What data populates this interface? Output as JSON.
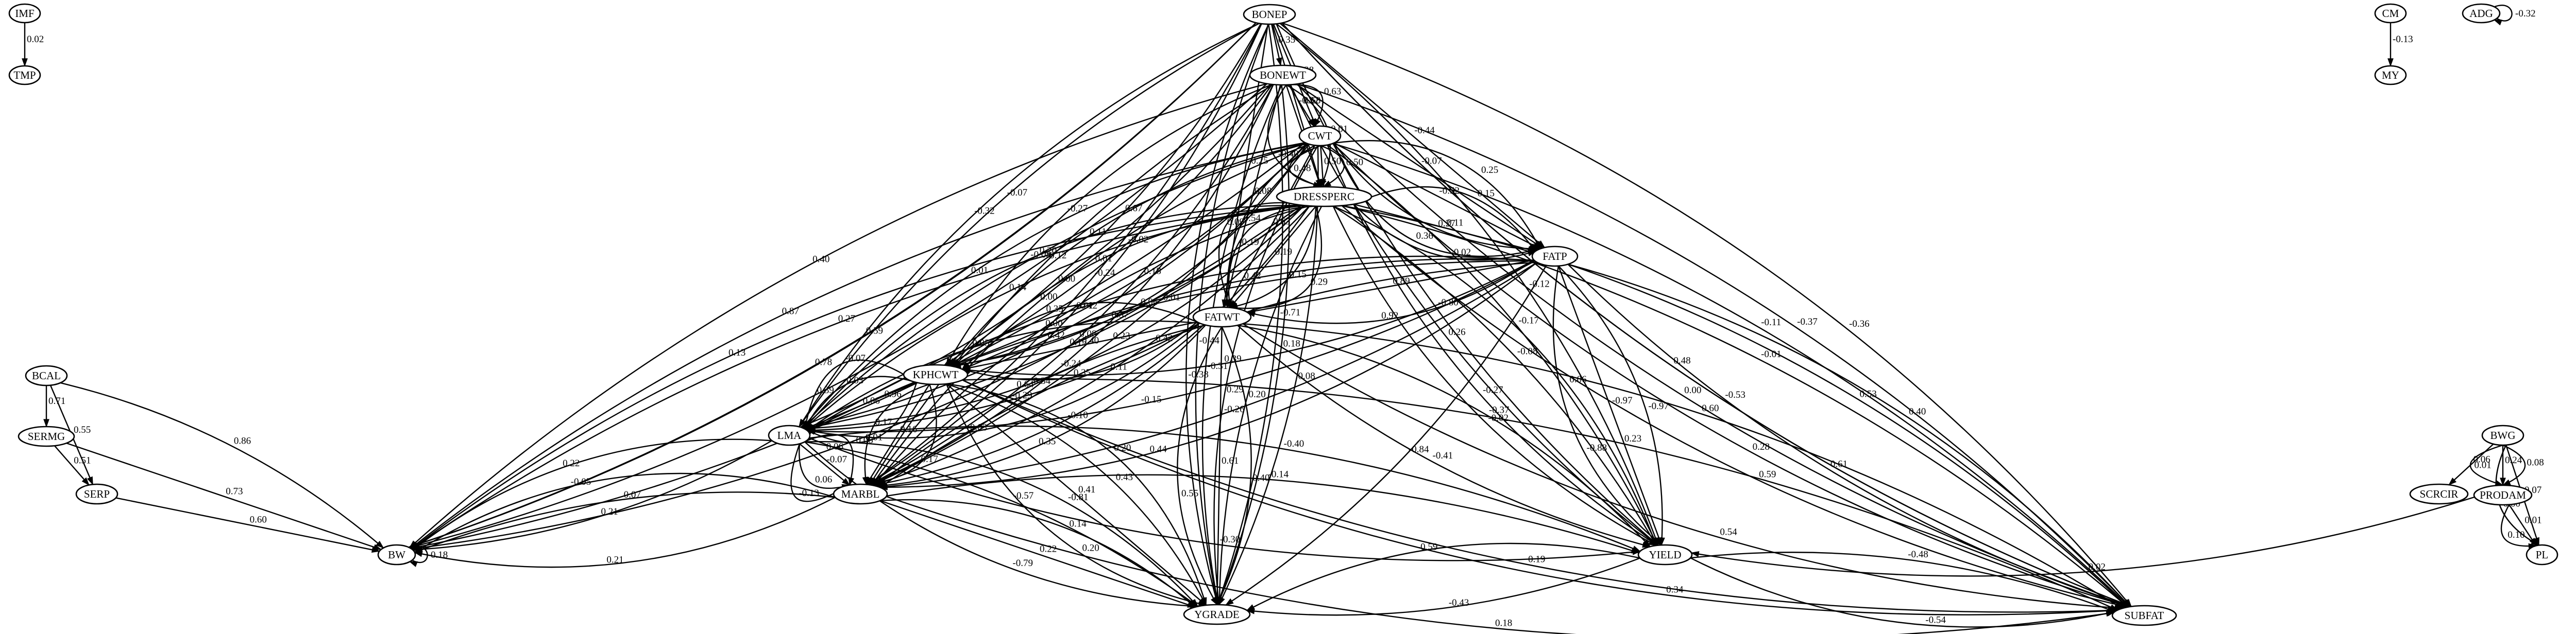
{
  "graph": {
    "nodes": [
      {
        "id": "IMF",
        "label": "IMF"
      },
      {
        "id": "TMP",
        "label": "TMP"
      },
      {
        "id": "BONEP",
        "label": "BONEP"
      },
      {
        "id": "BONEWT",
        "label": "BONEWT"
      },
      {
        "id": "CWT",
        "label": "CWT"
      },
      {
        "id": "DRESSPERC",
        "label": "DRESSPERC"
      },
      {
        "id": "FATP",
        "label": "FATP"
      },
      {
        "id": "FATWT",
        "label": "FATWT"
      },
      {
        "id": "KPHCWT",
        "label": "KPHCWT"
      },
      {
        "id": "LMA",
        "label": "LMA"
      },
      {
        "id": "MARBL",
        "label": "MARBL"
      },
      {
        "id": "YIELD",
        "label": "YIELD"
      },
      {
        "id": "YGRADE",
        "label": "YGRADE"
      },
      {
        "id": "SUBFAT",
        "label": "SUBFAT"
      },
      {
        "id": "BCAL",
        "label": "BCAL"
      },
      {
        "id": "SERMG",
        "label": "SERMG"
      },
      {
        "id": "SERP",
        "label": "SERP"
      },
      {
        "id": "BW",
        "label": "BW"
      },
      {
        "id": "CM",
        "label": "CM"
      },
      {
        "id": "MY",
        "label": "MY"
      },
      {
        "id": "ADG",
        "label": "ADG"
      },
      {
        "id": "BWG",
        "label": "BWG"
      },
      {
        "id": "SCRCIR",
        "label": "SCRCIR"
      },
      {
        "id": "PRODAM",
        "label": "PRODAM"
      },
      {
        "id": "PL",
        "label": "PL"
      }
    ],
    "edges": [
      {
        "from": "IMF",
        "to": "TMP",
        "label": "0.02"
      },
      {
        "from": "CM",
        "to": "MY",
        "label": "-0.13"
      },
      {
        "from": "ADG",
        "to": "ADG",
        "label": "-0.32"
      },
      {
        "from": "BW",
        "to": "BW",
        "label": "0.18"
      },
      {
        "from": "BONEP",
        "to": "BONEWT",
        "label": "0.35"
      },
      {
        "from": "BONEP",
        "to": "CWT",
        "label": "0.38"
      },
      {
        "from": "BONEP",
        "to": "DRESSPERC",
        "label": "-0.32"
      },
      {
        "from": "BONEP",
        "to": "FATP",
        "label": "-0.44"
      },
      {
        "from": "BONEP",
        "to": "FATWT",
        "label": "-0.25"
      },
      {
        "from": "BONEP",
        "to": "KPHCWT",
        "label": "0.67"
      },
      {
        "from": "BONEP",
        "to": "LMA",
        "label": "-0.07"
      },
      {
        "from": "BONEP",
        "to": "MARBL",
        "label": "-0.24"
      },
      {
        "from": "BONEP",
        "to": "YIELD",
        "label": "-0.80"
      },
      {
        "from": "BONEP",
        "to": "YGRADE",
        "label": "-0.71"
      },
      {
        "from": "BONEP",
        "to": "SUBFAT",
        "label": "0.48"
      },
      {
        "from": "BONEP",
        "to": "BW",
        "label": "0.59"
      },
      {
        "from": "BONEP",
        "to": "YGRADE",
        "label": "-0.44"
      },
      {
        "from": "BONEP",
        "to": "YIELD",
        "label": "-0.12"
      },
      {
        "from": "BONEP",
        "to": "SUBFAT",
        "label": "-0.53"
      },
      {
        "from": "BONEP",
        "to": "BW",
        "label": "0.78"
      },
      {
        "from": "BONEP",
        "to": "LMA",
        "label": "-0.32"
      },
      {
        "from": "BONEP",
        "to": "MARBL",
        "label": "-0.12"
      },
      {
        "from": "BONEP",
        "to": "YGRADE",
        "label": "-0.38"
      },
      {
        "from": "BONEP",
        "to": "SUBFAT",
        "label": "-0.36"
      },
      {
        "from": "BONEWT",
        "to": "CWT",
        "label": "0.68"
      },
      {
        "from": "BONEWT",
        "to": "CWT",
        "label": "0.63"
      },
      {
        "from": "BONEWT",
        "to": "DRESSPERC",
        "label": "0.03"
      },
      {
        "from": "BONEWT",
        "to": "DRESSPERC",
        "label": "0.01"
      },
      {
        "from": "BONEWT",
        "to": "DRESSPERC",
        "label": "-0.40"
      },
      {
        "from": "BONEWT",
        "to": "FATP",
        "label": "-0.07"
      },
      {
        "from": "BONEWT",
        "to": "FATWT",
        "label": "0.08"
      },
      {
        "from": "BONEWT",
        "to": "KPHCWT",
        "label": "-0.02"
      },
      {
        "from": "BONEWT",
        "to": "KPHCWT",
        "label": "-0.27"
      },
      {
        "from": "BONEWT",
        "to": "LMA",
        "label": "0.00"
      },
      {
        "from": "BONEWT",
        "to": "MARBL",
        "label": "0.12"
      },
      {
        "from": "BONEWT",
        "to": "MARBL",
        "label": "0.08"
      },
      {
        "from": "BONEWT",
        "to": "BW",
        "label": "0.40"
      },
      {
        "from": "BONEWT",
        "to": "BW",
        "label": "0.39"
      },
      {
        "from": "BONEWT",
        "to": "YIELD",
        "label": "0.26"
      },
      {
        "from": "BONEWT",
        "to": "YGRADE",
        "label": "0.18"
      },
      {
        "from": "BONEWT",
        "to": "SUBFAT",
        "label": "0.00"
      },
      {
        "from": "BONEWT",
        "to": "SUBFAT",
        "label": "-0.37"
      },
      {
        "from": "BONEWT",
        "to": "YGRADE",
        "label": "-0.31"
      },
      {
        "from": "BONEWT",
        "to": "MARBL",
        "label": "-0.24"
      },
      {
        "from": "CWT",
        "to": "DRESSPERC",
        "label": "0.50"
      },
      {
        "from": "CWT",
        "to": "DRESSPERC",
        "label": "0.50"
      },
      {
        "from": "CWT",
        "to": "DRESSPERC",
        "label": "0.48"
      },
      {
        "from": "CWT",
        "to": "FATP",
        "label": "-0.52"
      },
      {
        "from": "CWT",
        "to": "FATP",
        "label": "0.27"
      },
      {
        "from": "CWT",
        "to": "FATP",
        "label": "0.25"
      },
      {
        "from": "CWT",
        "to": "FATP",
        "label": "0.36"
      },
      {
        "from": "CWT",
        "to": "FATWT",
        "label": "0.63"
      },
      {
        "from": "CWT",
        "to": "FATWT",
        "label": "0.54"
      },
      {
        "from": "CWT",
        "to": "KPHCWT",
        "label": "0.18"
      },
      {
        "from": "CWT",
        "to": "KPHCWT",
        "label": "0.11"
      },
      {
        "from": "CWT",
        "to": "KPHCWT",
        "label": "0.37"
      },
      {
        "from": "CWT",
        "to": "LMA",
        "label": "0.20"
      },
      {
        "from": "CWT",
        "to": "LMA",
        "label": "0.42"
      },
      {
        "from": "CWT",
        "to": "LMA",
        "label": "0.01"
      },
      {
        "from": "CWT",
        "to": "MARBL",
        "label": "0.23"
      },
      {
        "from": "CWT",
        "to": "MARBL",
        "label": "0.00"
      },
      {
        "from": "CWT",
        "to": "BW",
        "label": "0.96"
      },
      {
        "from": "CWT",
        "to": "BW",
        "label": "0.87"
      },
      {
        "from": "CWT",
        "to": "YIELD",
        "label": "-0.17"
      },
      {
        "from": "CWT",
        "to": "YIELD",
        "label": "-0.27"
      },
      {
        "from": "CWT",
        "to": "YGRADE",
        "label": "0.08"
      },
      {
        "from": "CWT",
        "to": "YGRADE",
        "label": "0.29"
      },
      {
        "from": "CWT",
        "to": "SUBFAT",
        "label": "-0.11"
      },
      {
        "from": "CWT",
        "to": "SUBFAT",
        "label": "0.28"
      },
      {
        "from": "DRESSPERC",
        "to": "FATP",
        "label": "0.11"
      },
      {
        "from": "DRESSPERC",
        "to": "FATP",
        "label": "-0.02"
      },
      {
        "from": "DRESSPERC",
        "to": "FATP",
        "label": "0.15"
      },
      {
        "from": "DRESSPERC",
        "to": "FATWT",
        "label": "0.19"
      },
      {
        "from": "DRESSPERC",
        "to": "FATWT",
        "label": "0.15"
      },
      {
        "from": "DRESSPERC",
        "to": "FATWT",
        "label": "-0.19"
      },
      {
        "from": "DRESSPERC",
        "to": "FATWT",
        "label": "0.29"
      },
      {
        "from": "DRESSPERC",
        "to": "FATWT",
        "label": "0.09"
      },
      {
        "from": "DRESSPERC",
        "to": "KPHCWT",
        "label": "0.06"
      },
      {
        "from": "DRESSPERC",
        "to": "KPHCWT",
        "label": "0.01"
      },
      {
        "from": "DRESSPERC",
        "to": "LMA",
        "label": "0.15"
      },
      {
        "from": "DRESSPERC",
        "to": "LMA",
        "label": "0.14"
      },
      {
        "from": "DRESSPERC",
        "to": "LMA",
        "label": "0.64"
      },
      {
        "from": "DRESSPERC",
        "to": "LMA",
        "label": "-0.08"
      },
      {
        "from": "DRESSPERC",
        "to": "MARBL",
        "label": "0.11"
      },
      {
        "from": "DRESSPERC",
        "to": "MARBL",
        "label": "0.00"
      },
      {
        "from": "DRESSPERC",
        "to": "MARBL",
        "label": "-0.10"
      },
      {
        "from": "DRESSPERC",
        "to": "BW",
        "label": "0.27"
      },
      {
        "from": "DRESSPERC",
        "to": "BW",
        "label": "0.06"
      },
      {
        "from": "DRESSPERC",
        "to": "BW",
        "label": "0.13"
      },
      {
        "from": "DRESSPERC",
        "to": "YIELD",
        "label": "-0.08"
      },
      {
        "from": "DRESSPERC",
        "to": "YIELD",
        "label": "-0.02"
      },
      {
        "from": "DRESSPERC",
        "to": "YIELD",
        "label": "0.06"
      },
      {
        "from": "DRESSPERC",
        "to": "YGRADE",
        "label": "0.20"
      },
      {
        "from": "DRESSPERC",
        "to": "SUBFAT",
        "label": "-0.01"
      },
      {
        "from": "DRESSPERC",
        "to": "SUBFAT",
        "label": "0.59"
      },
      {
        "from": "DRESSPERC",
        "to": "SUBFAT",
        "label": "0.53"
      },
      {
        "from": "FATP",
        "to": "FATWT",
        "label": "0.89"
      },
      {
        "from": "FATP",
        "to": "FATWT",
        "label": "0.92"
      },
      {
        "from": "FATP",
        "to": "KPHCWT",
        "label": "0.42"
      },
      {
        "from": "FATP",
        "to": "KPHCWT",
        "label": "0.39"
      },
      {
        "from": "FATP",
        "to": "LMA",
        "label": "0.01"
      },
      {
        "from": "FATP",
        "to": "LMA",
        "label": "-0.15"
      },
      {
        "from": "FATP",
        "to": "LMA",
        "label": "-0.01"
      },
      {
        "from": "FATP",
        "to": "MARBL",
        "label": "-0.26"
      },
      {
        "from": "FATP",
        "to": "MARBL",
        "label": "0.42"
      },
      {
        "from": "FATP",
        "to": "MARBL",
        "label": "0.44"
      },
      {
        "from": "FATP",
        "to": "YIELD",
        "label": "-0.97"
      },
      {
        "from": "FATP",
        "to": "YIELD",
        "label": "-0.97"
      },
      {
        "from": "FATP",
        "to": "YIELD",
        "label": "-0.88"
      },
      {
        "from": "FATP",
        "to": "YGRADE",
        "label": "-0.84"
      },
      {
        "from": "FATP",
        "to": "SUBFAT",
        "label": "0.61"
      },
      {
        "from": "FATP",
        "to": "SUBFAT",
        "label": "0.40"
      },
      {
        "from": "FATWT",
        "to": "KPHCWT",
        "label": "0.40"
      },
      {
        "from": "FATWT",
        "to": "KPHCWT",
        "label": "0.35"
      },
      {
        "from": "FATWT",
        "to": "KPHCWT",
        "label": "0.35"
      },
      {
        "from": "FATWT",
        "to": "LMA",
        "label": "-0.29"
      },
      {
        "from": "FATWT",
        "to": "LMA",
        "label": "0.05"
      },
      {
        "from": "FATWT",
        "to": "LMA",
        "label": "0.03"
      },
      {
        "from": "FATWT",
        "to": "MARBL",
        "label": "0.34"
      },
      {
        "from": "FATWT",
        "to": "MARBL",
        "label": "0.35"
      },
      {
        "from": "FATWT",
        "to": "YIELD",
        "label": "-0.41"
      },
      {
        "from": "FATWT",
        "to": "YIELD",
        "label": "-0.37"
      },
      {
        "from": "FATWT",
        "to": "YGRADE",
        "label": "0.61"
      },
      {
        "from": "FATWT",
        "to": "YGRADE",
        "label": "0.40"
      },
      {
        "from": "FATWT",
        "to": "YGRADE",
        "label": "0.55"
      },
      {
        "from": "FATWT",
        "to": "SUBFAT",
        "label": "0.60"
      },
      {
        "from": "FATWT",
        "to": "SUBFAT",
        "label": "0.54"
      },
      {
        "from": "KPHCWT",
        "to": "LMA",
        "label": "0.06"
      },
      {
        "from": "KPHCWT",
        "to": "LMA",
        "label": "0.03"
      },
      {
        "from": "KPHCWT",
        "to": "LMA",
        "label": "-0.01"
      },
      {
        "from": "KPHCWT",
        "to": "LMA",
        "label": "-0.07"
      },
      {
        "from": "KPHCWT",
        "to": "MARBL",
        "label": "0.16"
      },
      {
        "from": "KPHCWT",
        "to": "MARBL",
        "label": "0.17"
      },
      {
        "from": "KPHCWT",
        "to": "MARBL",
        "label": "0.17"
      },
      {
        "from": "KPHCWT",
        "to": "YGRADE",
        "label": "0.41"
      },
      {
        "from": "KPHCWT",
        "to": "YGRADE",
        "label": "0.43"
      },
      {
        "from": "KPHCWT",
        "to": "YGRADE",
        "label": "0.20"
      },
      {
        "from": "KPHCWT",
        "to": "YGRADE",
        "label": "0.20"
      },
      {
        "from": "KPHCWT",
        "to": "SUBFAT",
        "label": "0.19"
      },
      {
        "from": "KPHCWT",
        "to": "SUBFAT",
        "label": "0.23"
      },
      {
        "from": "KPHCWT",
        "to": "SUBFAT",
        "label": "0.34"
      },
      {
        "from": "LMA",
        "to": "MARBL",
        "label": "-0.07"
      },
      {
        "from": "LMA",
        "to": "MARBL",
        "label": "0.06"
      },
      {
        "from": "LMA",
        "to": "MARBL",
        "label": "-0.08"
      },
      {
        "from": "LMA",
        "to": "MARBL",
        "label": "-0.13"
      },
      {
        "from": "LMA",
        "to": "BW",
        "label": "0.21"
      },
      {
        "from": "LMA",
        "to": "BW",
        "label": "0.22"
      },
      {
        "from": "LMA",
        "to": "YGRADE",
        "label": "-0.57"
      },
      {
        "from": "LMA",
        "to": "YGRADE",
        "label": "-0.79"
      },
      {
        "from": "LMA",
        "to": "YGRADE",
        "label": "-0.81"
      },
      {
        "from": "LMA",
        "to": "YIELD",
        "label": "-0.30"
      },
      {
        "from": "LMA",
        "to": "YIELD",
        "label": "-0.40"
      },
      {
        "from": "MARBL",
        "to": "BW",
        "label": "0.07"
      },
      {
        "from": "MARBL",
        "to": "BW",
        "label": "0.21"
      },
      {
        "from": "MARBL",
        "to": "BW",
        "label": "-0.05"
      },
      {
        "from": "MARBL",
        "to": "YIELD",
        "label": "-0.14"
      },
      {
        "from": "MARBL",
        "to": "YGRADE",
        "label": "0.22"
      },
      {
        "from": "MARBL",
        "to": "YGRADE",
        "label": "0.14"
      },
      {
        "from": "MARBL",
        "to": "SUBFAT",
        "label": "0.18"
      },
      {
        "from": "YIELD",
        "to": "YGRADE",
        "label": "-0.43"
      },
      {
        "from": "YIELD",
        "to": "YGRADE",
        "label": "-0.59"
      },
      {
        "from": "YIELD",
        "to": "SUBFAT",
        "label": "-0.48"
      },
      {
        "from": "YIELD",
        "to": "SUBFAT",
        "label": "-0.54"
      },
      {
        "from": "BCAL",
        "to": "SERMG",
        "label": "0.71"
      },
      {
        "from": "BCAL",
        "to": "SERP",
        "label": "0.55"
      },
      {
        "from": "BCAL",
        "to": "BW",
        "label": "0.86"
      },
      {
        "from": "SERMG",
        "to": "SERP",
        "label": "0.51"
      },
      {
        "from": "SERMG",
        "to": "BW",
        "label": "0.73"
      },
      {
        "from": "SERP",
        "to": "BW",
        "label": "0.60"
      },
      {
        "from": "BWG",
        "to": "SCRCIR",
        "label": "0.06"
      },
      {
        "from": "BWG",
        "to": "PRODAM",
        "label": "0.24"
      },
      {
        "from": "BWG",
        "to": "PRODAM",
        "label": "0.08"
      },
      {
        "from": "BWG",
        "to": "PRODAM",
        "label": "0.01"
      },
      {
        "from": "BWG",
        "to": "PL",
        "label": "0.07"
      },
      {
        "from": "BWG",
        "to": "PL",
        "label": "0.00"
      },
      {
        "from": "PRODAM",
        "to": "PL",
        "label": "0.01"
      },
      {
        "from": "PRODAM",
        "to": "PL",
        "label": "0.10"
      },
      {
        "from": "PRODAM",
        "to": "YIELD",
        "label": "0.02"
      }
    ]
  }
}
